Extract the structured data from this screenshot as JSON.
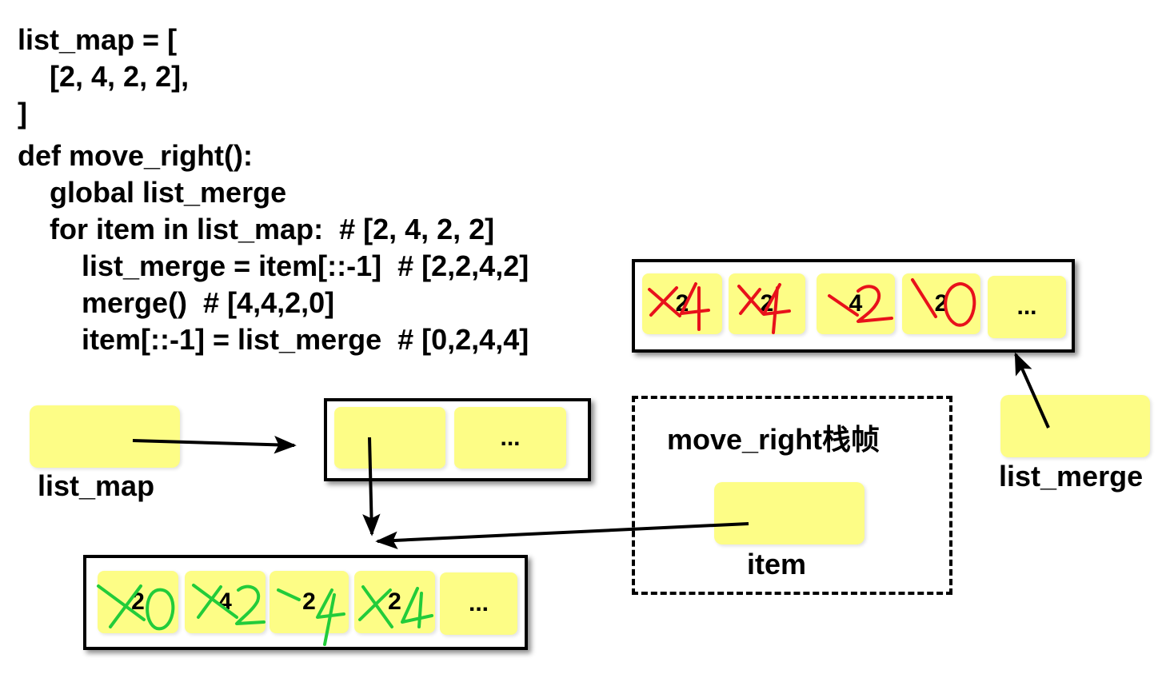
{
  "code": [
    "list_map = [",
    "    [2, 4, 2, 2],",
    "]",
    "def move_right():",
    "    global list_merge",
    "    for item in list_map:  # [2, 4, 2, 2]",
    "        list_merge = item[::-1]  # [2,2,4,2]",
    "        merge()  # [4,4,2,0]",
    "        item[::-1] = list_merge  # [0,2,4,4]"
  ],
  "labels": {
    "list_map": "list_map",
    "list_merge": "list_merge",
    "frame_title": "move_right栈帧",
    "item": "item"
  },
  "outer_list": [
    "",
    "..."
  ],
  "inner_list": {
    "printed": [
      "2",
      "4",
      "2",
      "2",
      "..."
    ],
    "handwritten": [
      "0",
      "2",
      "4",
      "4"
    ],
    "ink_color": "#22cc3a"
  },
  "merge_list": {
    "printed": [
      "2",
      "2",
      "4",
      "2",
      "..."
    ],
    "handwritten": [
      "4",
      "4",
      "2",
      "0"
    ],
    "ink_color": "#e8111b"
  },
  "colors": {
    "cell_fill": "#fdfd86",
    "frame": "#000000"
  }
}
